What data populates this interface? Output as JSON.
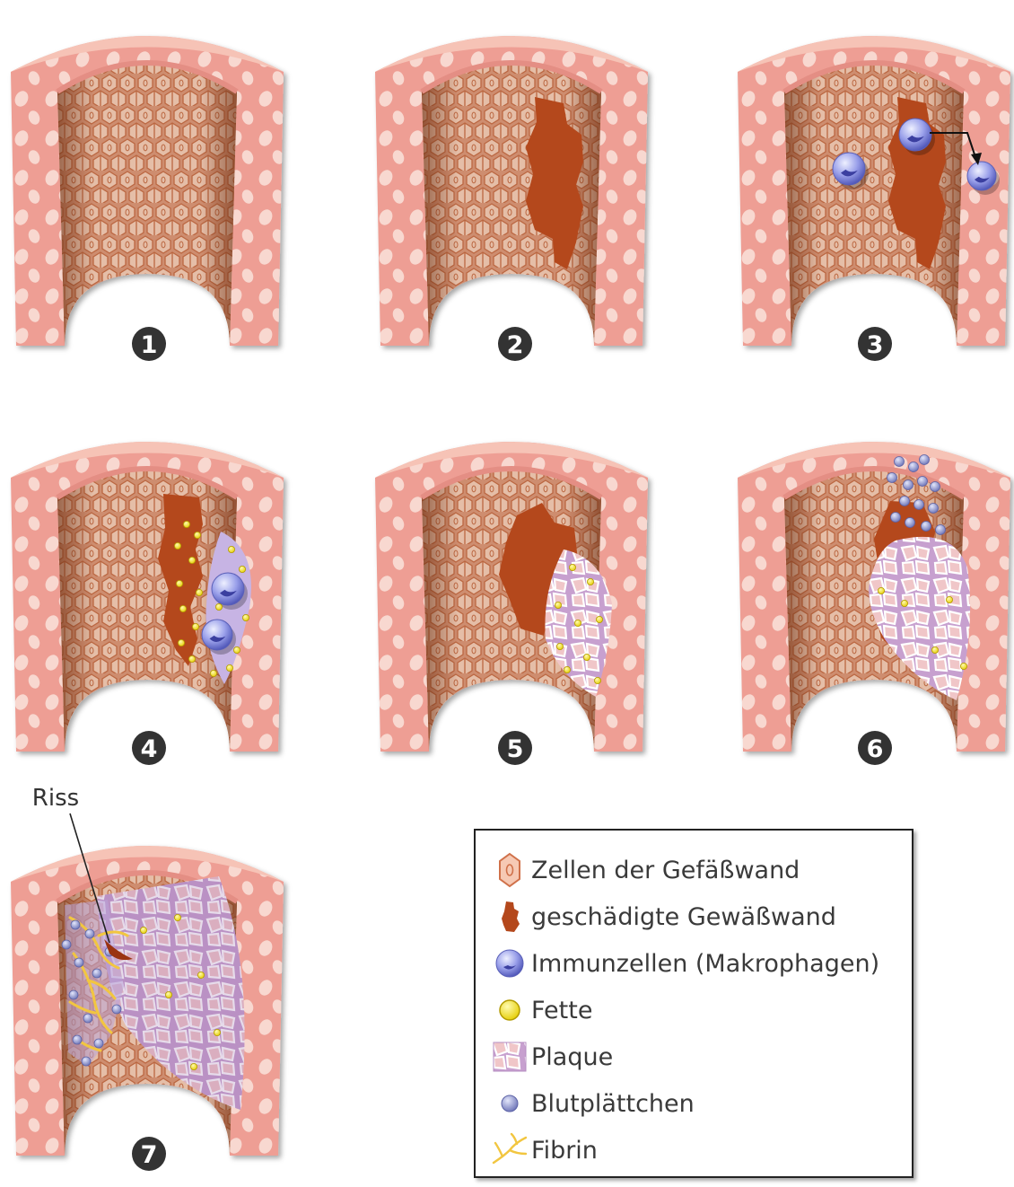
{
  "steps": [
    "1",
    "2",
    "3",
    "4",
    "5",
    "6",
    "7"
  ],
  "annotation": {
    "riss": "Riss"
  },
  "legend": {
    "items": [
      {
        "icon": "vessel-wall-cell-icon",
        "label": "Zellen der Gefäßwand",
        "color": "#f0b9a2"
      },
      {
        "icon": "damaged-wall-icon",
        "label": "geschädigte Gewäßwand",
        "color": "#b4481c"
      },
      {
        "icon": "macrophage-icon",
        "label": "Immunzellen (Makrophagen)",
        "color": "#8a8fe0"
      },
      {
        "icon": "fat-droplet-icon",
        "label": "Fette",
        "color": "#f5e51e"
      },
      {
        "icon": "plaque-icon",
        "label": "Plaque",
        "color": "#c9a1cf"
      },
      {
        "icon": "platelet-icon",
        "label": "Blutplättchen",
        "color": "#9098c8"
      },
      {
        "icon": "fibrin-icon",
        "label": "Fibrin",
        "color": "#f2c640"
      }
    ]
  },
  "colors": {
    "wall": "#ee9e94",
    "wall_spot": "#f8d8d0",
    "lumen": "#dc9878",
    "damage": "#b4481c",
    "number_badge": "#333333"
  }
}
